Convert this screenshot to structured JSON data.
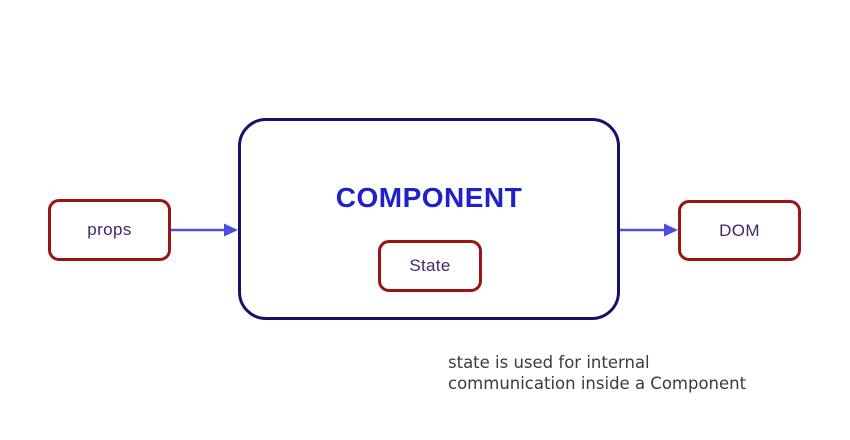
{
  "nodes": {
    "props": "props",
    "component": "COMPONENT",
    "state": "State",
    "dom": "DOM"
  },
  "caption": {
    "line1": "state is used for internal",
    "line2": "communication inside a Component"
  },
  "colors": {
    "background": "#ffffff",
    "red_node_border": "#9b1414",
    "component_border": "#13136b",
    "component_label_blue": "#2121cc",
    "node_text_purple": "#44266b",
    "arrow_blue": "#4d4de0",
    "caption_gray": "#3b3b3b"
  }
}
